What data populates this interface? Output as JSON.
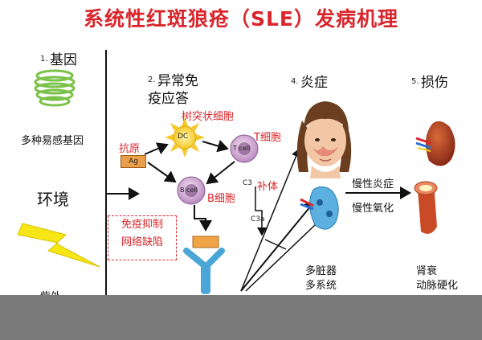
{
  "title": "系统性红斑狼疮（SLE）发病机理",
  "sections": {
    "s1": {
      "num": "1.",
      "title": "基因"
    },
    "s2": {
      "num": "2.",
      "title_line1": "异常免",
      "title_line2": "疫应答"
    },
    "s4": {
      "num": "4.",
      "title": "炎症"
    },
    "s5": {
      "num": "5.",
      "title": "损伤"
    }
  },
  "labels": {
    "susceptibility_genes": "多种易感基因",
    "environment": "环境",
    "uv_partial": "紫外",
    "antigen": "抗原",
    "ag": "Ag",
    "dendritic_cell": "树突状细胞",
    "dc": "DC",
    "t_cell_label": "T细胞",
    "t_cell": "T cell",
    "b_cell": "B cell",
    "b_cell_label": "B细胞",
    "c3": "C3",
    "complement": "补体",
    "c3a": "C3a",
    "immune_defect_line1": "免疫抑制",
    "immune_defect_line2": "网络缺陷",
    "chronic_inflammation": "慢性炎症",
    "chronic_oxidation": "慢性氧化",
    "multi_organ": "多脏器",
    "multi_system": "多系统",
    "renal_failure": "肾衰",
    "arteriosclerosis": "动脉硬化"
  },
  "colors": {
    "accent": "#d9262c",
    "bottom_bar": "#7a7a7a"
  }
}
